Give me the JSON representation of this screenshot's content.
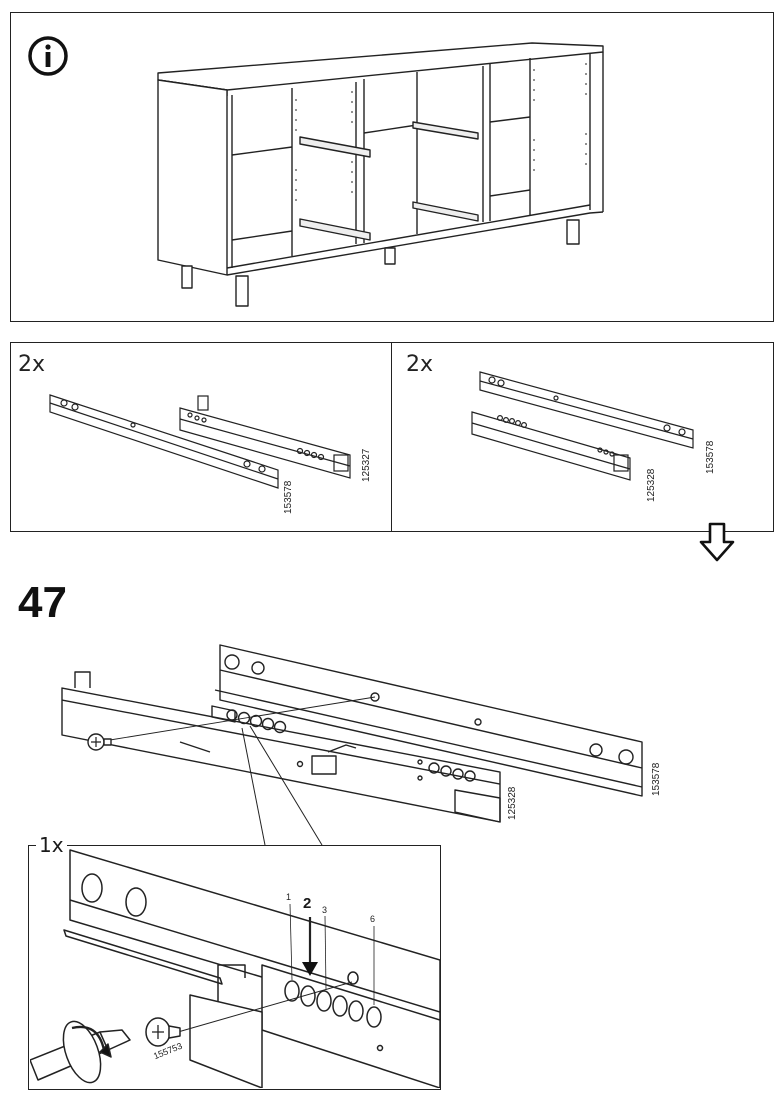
{
  "info_panel": {
    "icon": "info-icon"
  },
  "part_panels": [
    {
      "quantity": "2x",
      "part_numbers": [
        "153578",
        "125327"
      ]
    },
    {
      "quantity": "2x",
      "part_numbers": [
        "125328",
        "153578"
      ]
    }
  ],
  "next_icon": "arrow-down-icon",
  "step": {
    "number": "47",
    "part_numbers": [
      "125328",
      "153578"
    ],
    "detail": {
      "quantity": "1x",
      "hole_labels": [
        "1",
        "2",
        "3",
        "6"
      ],
      "screw_part_number": "155753"
    }
  }
}
